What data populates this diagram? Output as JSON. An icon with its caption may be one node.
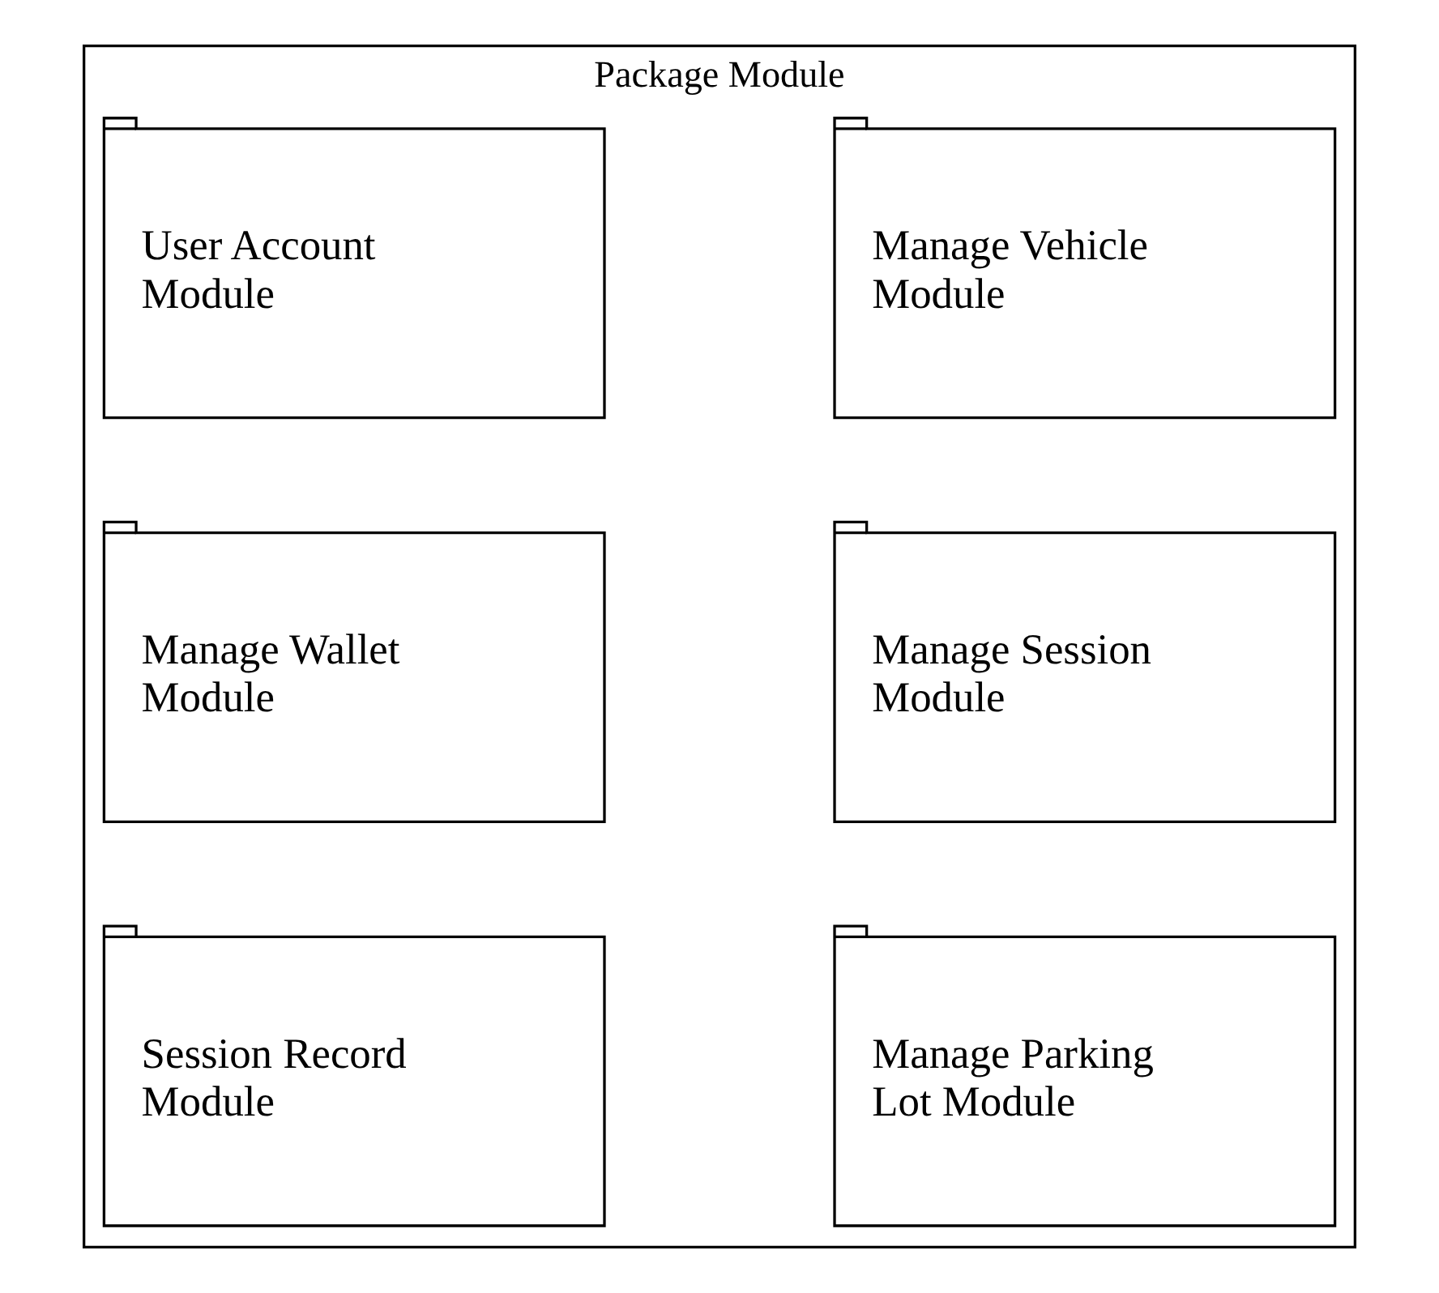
{
  "diagram": {
    "nodes": [
      {
        "text": [
          "Package Module"
        ]
      },
      {
        "text": [
          "User Account Module"
        ],
        "in": 0
      },
      {
        "text": [
          "Manage Vehicle Module"
        ],
        "in": 0
      },
      {
        "text": [
          "Manage Wallet Module"
        ],
        "in": 0
      },
      {
        "text": [
          "Manage Session Module"
        ],
        "in": 0
      },
      {
        "text": [
          "Session Record Module"
        ],
        "in": 0
      },
      {
        "text": [
          "Manage Parking Lot Module"
        ],
        "in": 0
      }
    ],
    "edges": []
  }
}
